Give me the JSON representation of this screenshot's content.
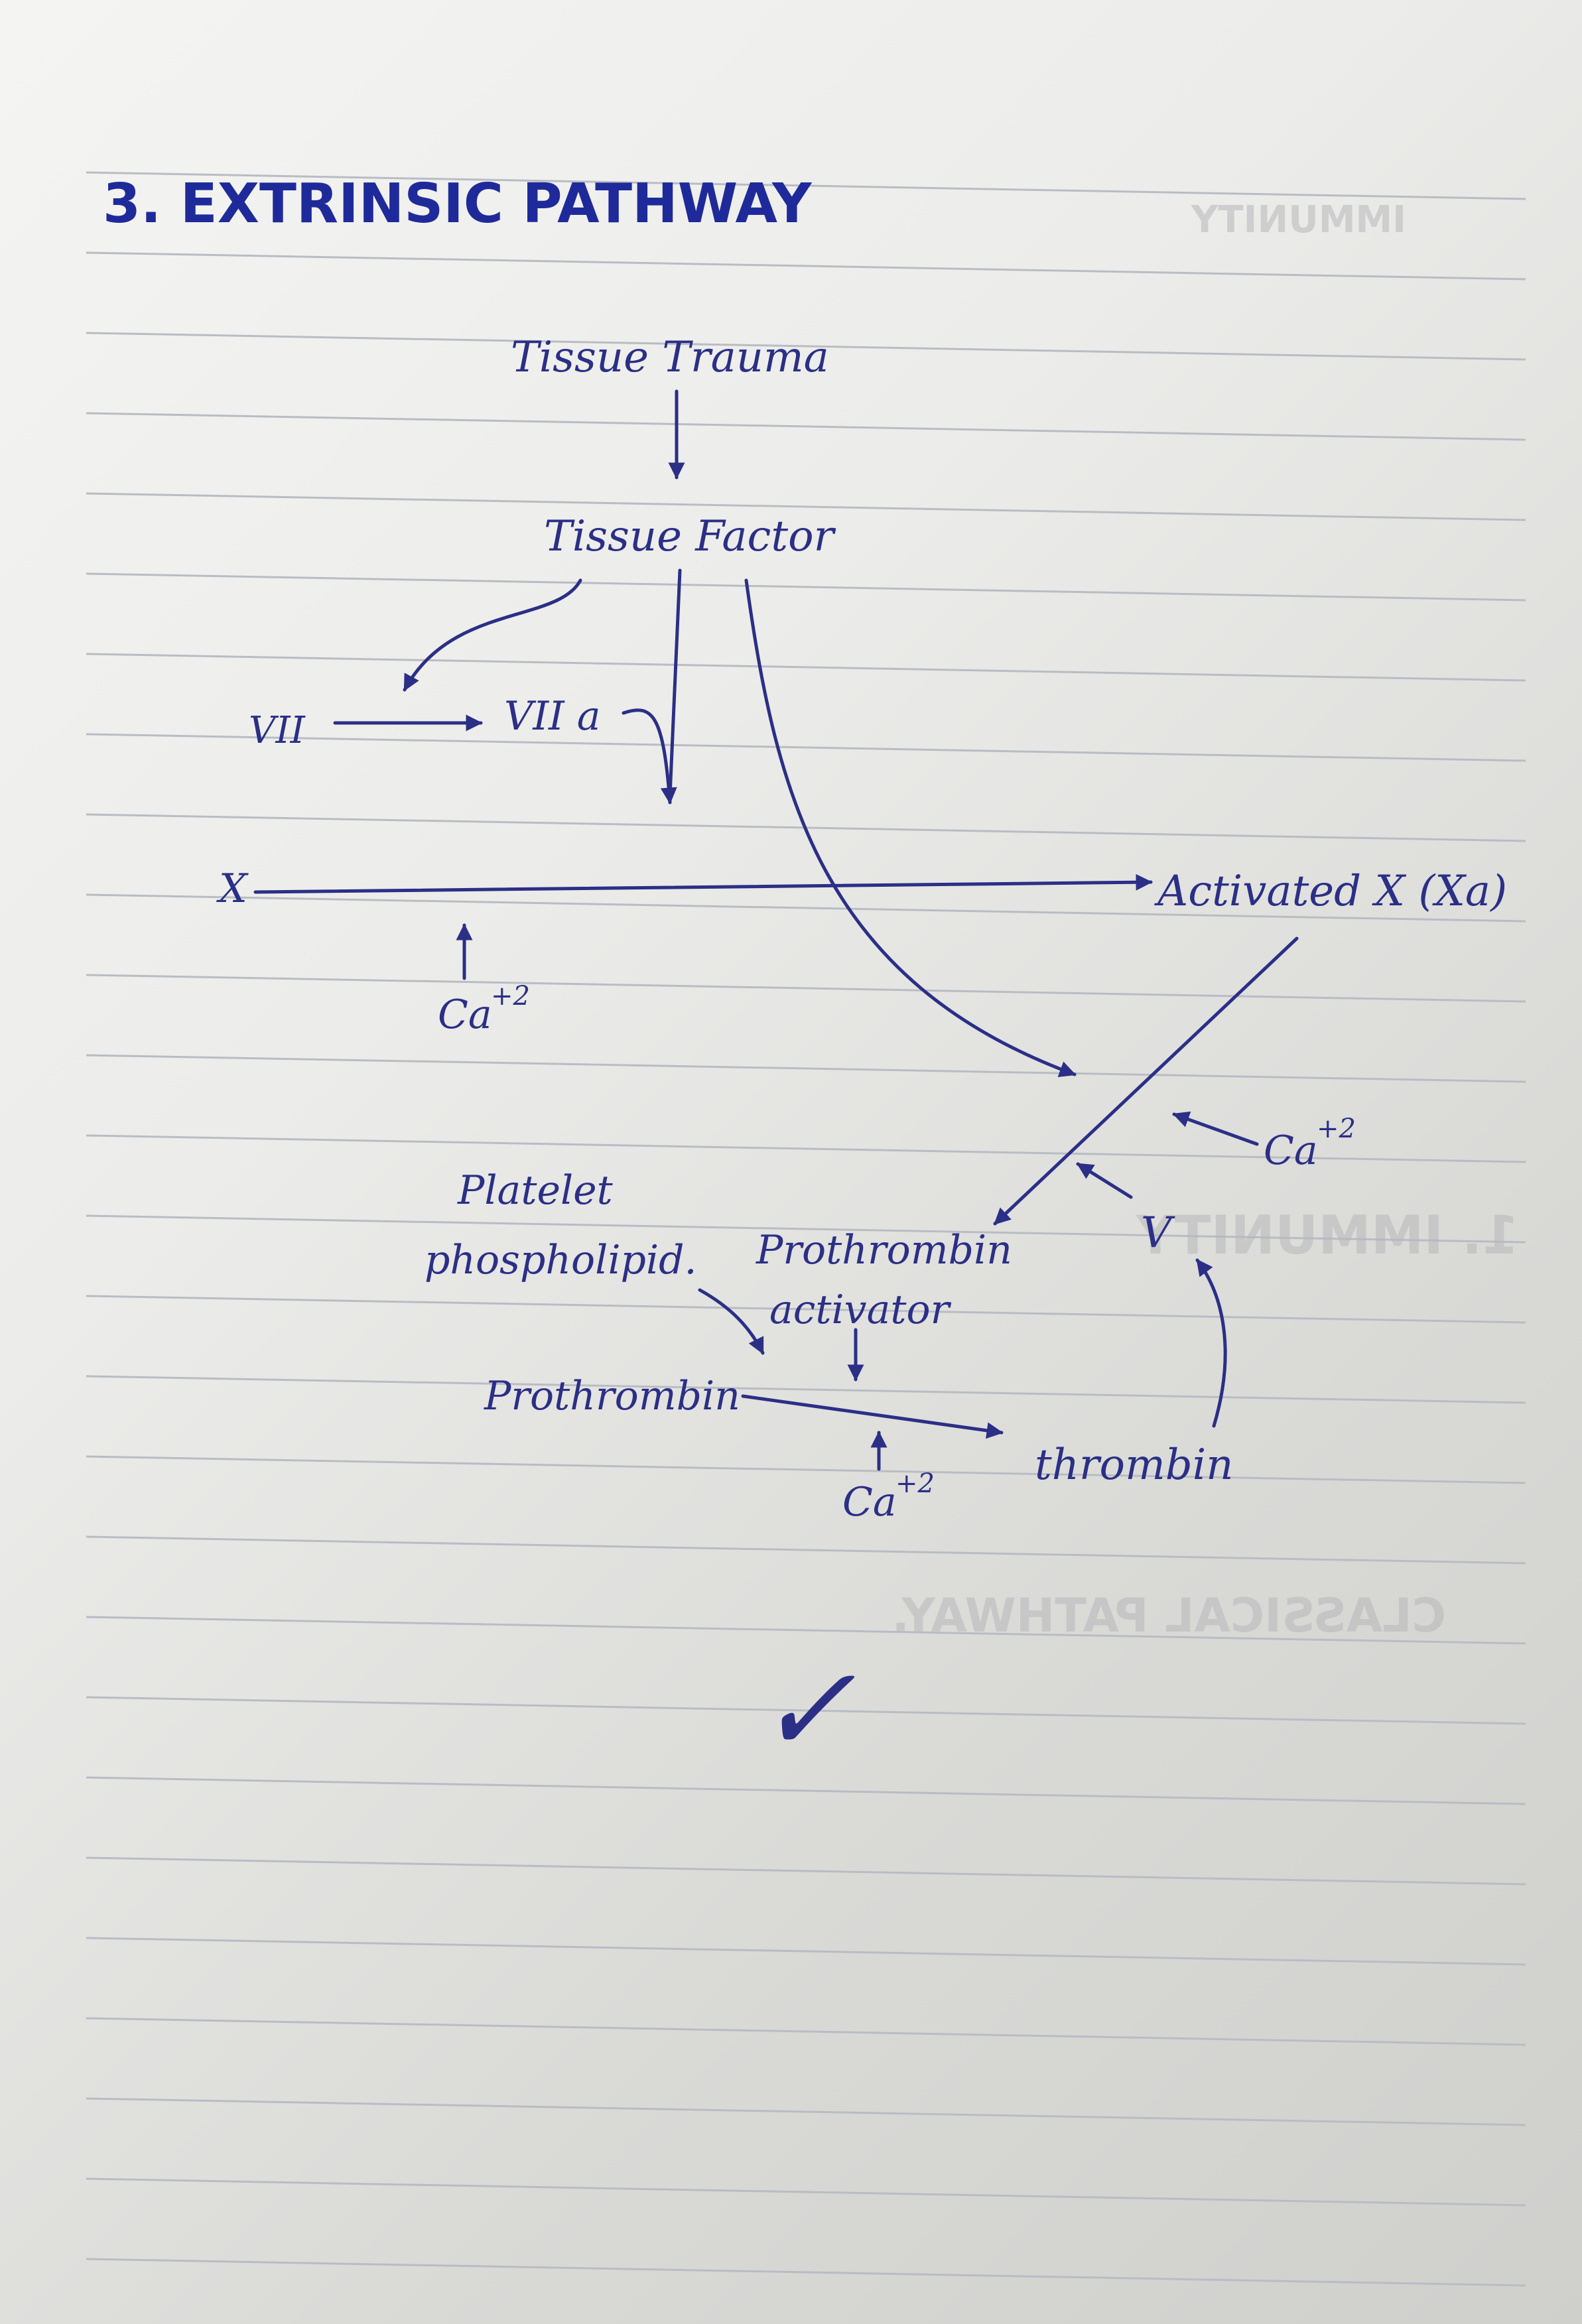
{
  "diagram": {
    "title": "3. EXTRINSIC PATHWAY",
    "nodes": {
      "tissue_trauma": "Tissue Trauma",
      "tissue_factor": "Tissue Factor",
      "vii": "VII",
      "viia": "VII a",
      "x": "X",
      "activated_x": "Activated X (Xa)",
      "ca1": "Ca",
      "ca1_sup": "+2",
      "ca2": "Ca",
      "ca2_sup": "+2",
      "ca3": "Ca",
      "ca3_sup": "+2",
      "platelet_phospholipid_line1": "Platelet",
      "platelet_phospholipid_line2": "phospholipid.",
      "prothrombin_activator_line1": "Prothrombin",
      "prothrombin_activator_line2": "activator",
      "v": "V",
      "prothrombin": "Prothrombin",
      "thrombin": "thrombin"
    },
    "mark": "✓"
  },
  "bleed_through": {
    "immunity_top": "IMMUNITY",
    "immunity_mid": "1. IMMUNITY",
    "classical_pathway": "CLASSICAL PATHWAY."
  },
  "colors": {
    "ink": "#2b2f86",
    "title_ink": "#1f2a9a",
    "rule_line": "#b9bcc4",
    "margin_line": "#c6c6c8"
  }
}
